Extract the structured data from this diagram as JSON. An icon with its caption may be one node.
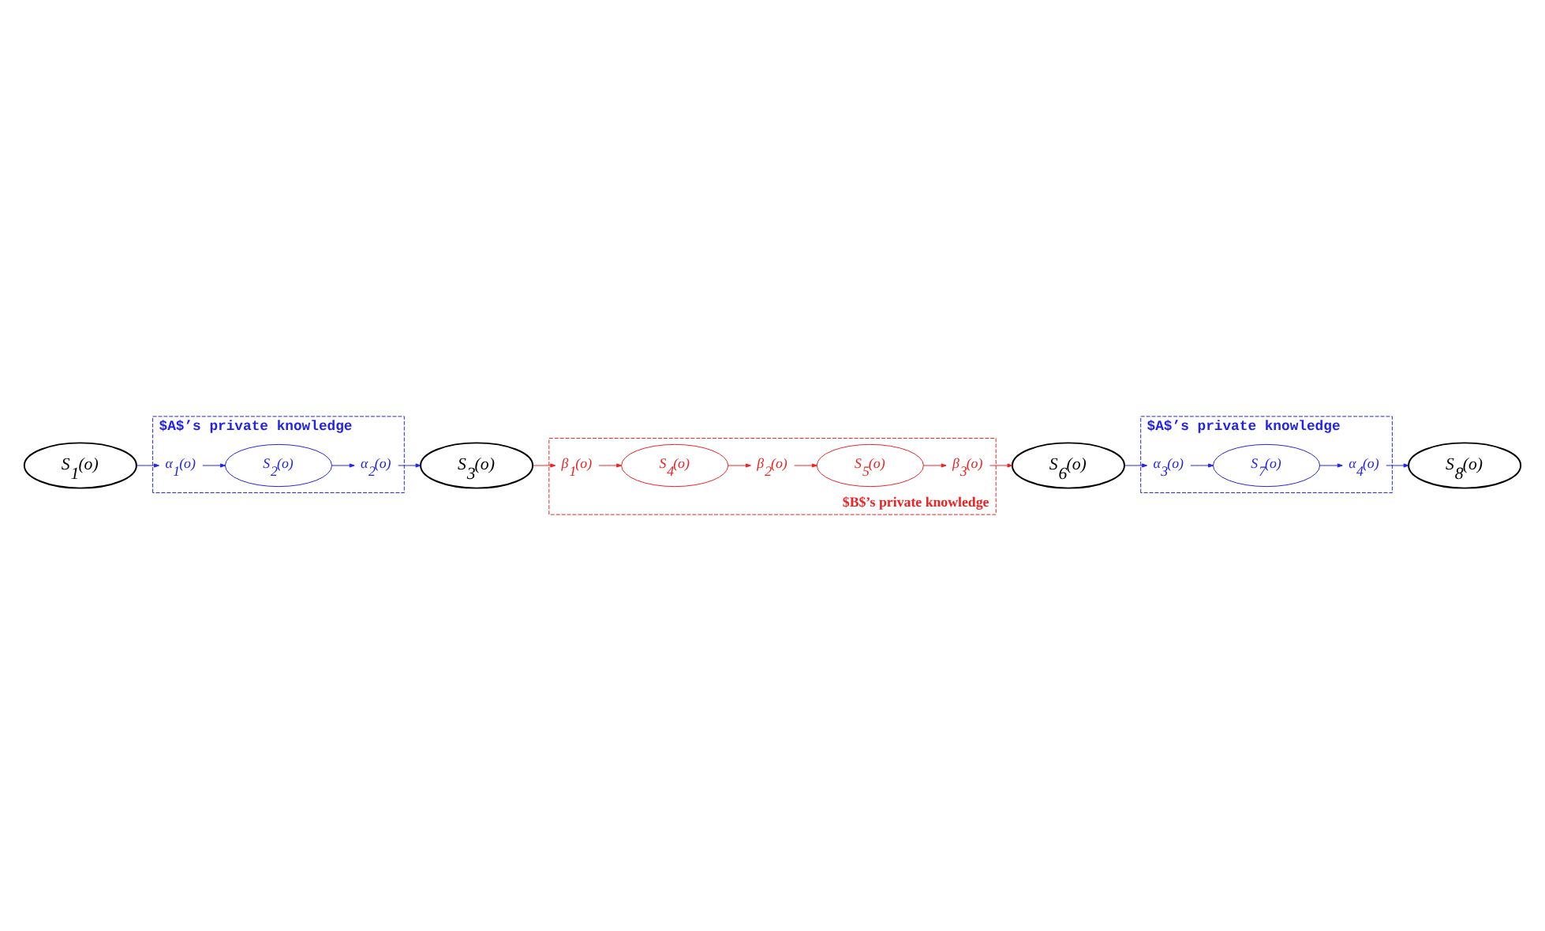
{
  "diagram": {
    "nodes": [
      {
        "text": [
          "S$_{1}$(o)"
        ]
      },
      {
        "text": [
          "$A$’s private knowledge"
        ]
      },
      {
        "text": [
          "α$_{1}$(o)"
        ],
        "in": 1
      },
      {
        "text": [
          "S$_{2}$(o)"
        ],
        "in": 1
      },
      {
        "text": [
          "α$_{2}$(o)"
        ],
        "in": 1
      },
      {
        "text": [
          "S$_{3}$(o)"
        ]
      },
      {
        "text": [
          "$B$’s private knowledge"
        ]
      },
      {
        "text": [
          "β$_{1}$(o)"
        ],
        "in": 6
      },
      {
        "text": [
          "S$_{4}$(o)"
        ],
        "in": 6
      },
      {
        "text": [
          "β$_{2}$(o)"
        ],
        "in": 6
      },
      {
        "text": [
          "S$_{5}$(o)"
        ],
        "in": 6
      },
      {
        "text": [
          "β$_{3}$(o)"
        ],
        "in": 6
      },
      {
        "text": [
          "S$_{6}$(o)"
        ]
      },
      {
        "text": [
          "$A$’s private knowledge"
        ]
      },
      {
        "text": [
          "α$_{3}$(o)"
        ],
        "in": 13
      },
      {
        "text": [
          "S$_{7}$(o)"
        ],
        "in": 13
      },
      {
        "text": [
          "α$_{4}$(o)"
        ],
        "in": 13
      },
      {
        "text": [
          "S$_{8}$(o)"
        ]
      }
    ],
    "edges": [
      {
        "from": 0,
        "to": 2,
        "arrow": "to"
      },
      {
        "from": 2,
        "to": 3,
        "arrow": "to"
      },
      {
        "from": 3,
        "to": 4,
        "arrow": "to"
      },
      {
        "from": 4,
        "to": 5,
        "arrow": "to"
      },
      {
        "from": 5,
        "to": 7,
        "arrow": "to",
        "color": "#ee2222"
      },
      {
        "from": 7,
        "to": 8,
        "arrow": "to",
        "color": "#ee2222"
      },
      {
        "from": 8,
        "to": 9,
        "arrow": "to",
        "color": "#ee2222"
      },
      {
        "from": 9,
        "to": 10,
        "arrow": "to",
        "color": "#ee2222"
      },
      {
        "from": 10,
        "to": 11,
        "arrow": "to",
        "color": "#ee2222"
      },
      {
        "from": 11,
        "to": 12,
        "arrow": "to",
        "color": "#ee2222"
      },
      {
        "from": 12,
        "to": 14,
        "arrow": "to"
      },
      {
        "from": 14,
        "to": 15,
        "arrow": "to"
      },
      {
        "from": 15,
        "to": 16,
        "arrow": "to"
      },
      {
        "from": 16,
        "to": 17,
        "arrow": "to"
      }
    ]
  }
}
